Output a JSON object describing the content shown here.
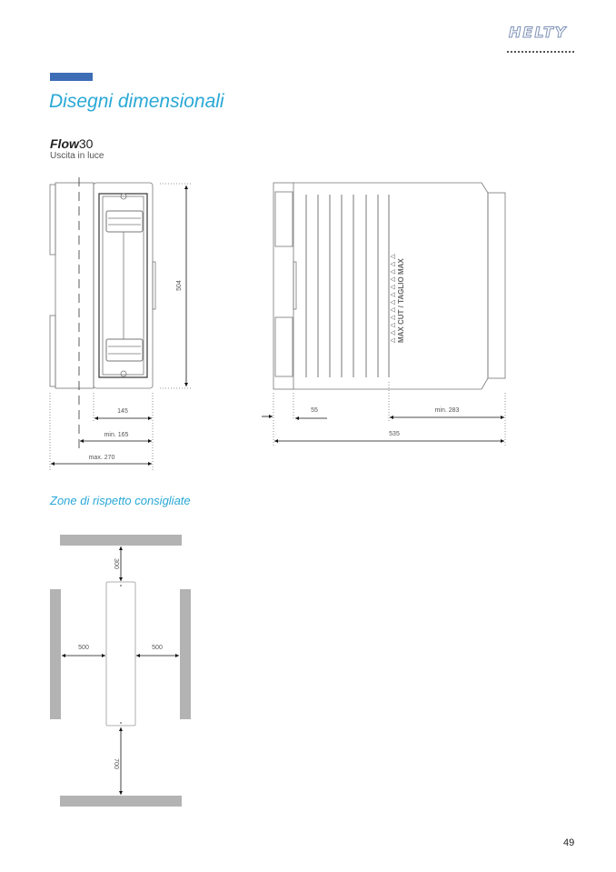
{
  "header": {
    "logo_text": "HELTY",
    "accent_color": "#3d6db5",
    "title_color": "#29a8d6"
  },
  "section": {
    "title": "Disegni dimensionali"
  },
  "product": {
    "name_bold": "Flow",
    "name_num": "30",
    "subtitle": "Uscita in luce"
  },
  "front_view": {
    "height": "504",
    "dim_a": "145",
    "dim_b": "min. 165",
    "dim_c": "max. 270"
  },
  "side_view": {
    "dim_a": "55",
    "dim_b": "min. 283",
    "dim_c": "535",
    "cut_label": "MAX CUT / TAGLIO MAX"
  },
  "zones": {
    "title": "Zone di rispetto consigliate",
    "top": "300",
    "left": "500",
    "right": "500",
    "bottom": "700"
  },
  "footer": {
    "page_number": "49"
  }
}
